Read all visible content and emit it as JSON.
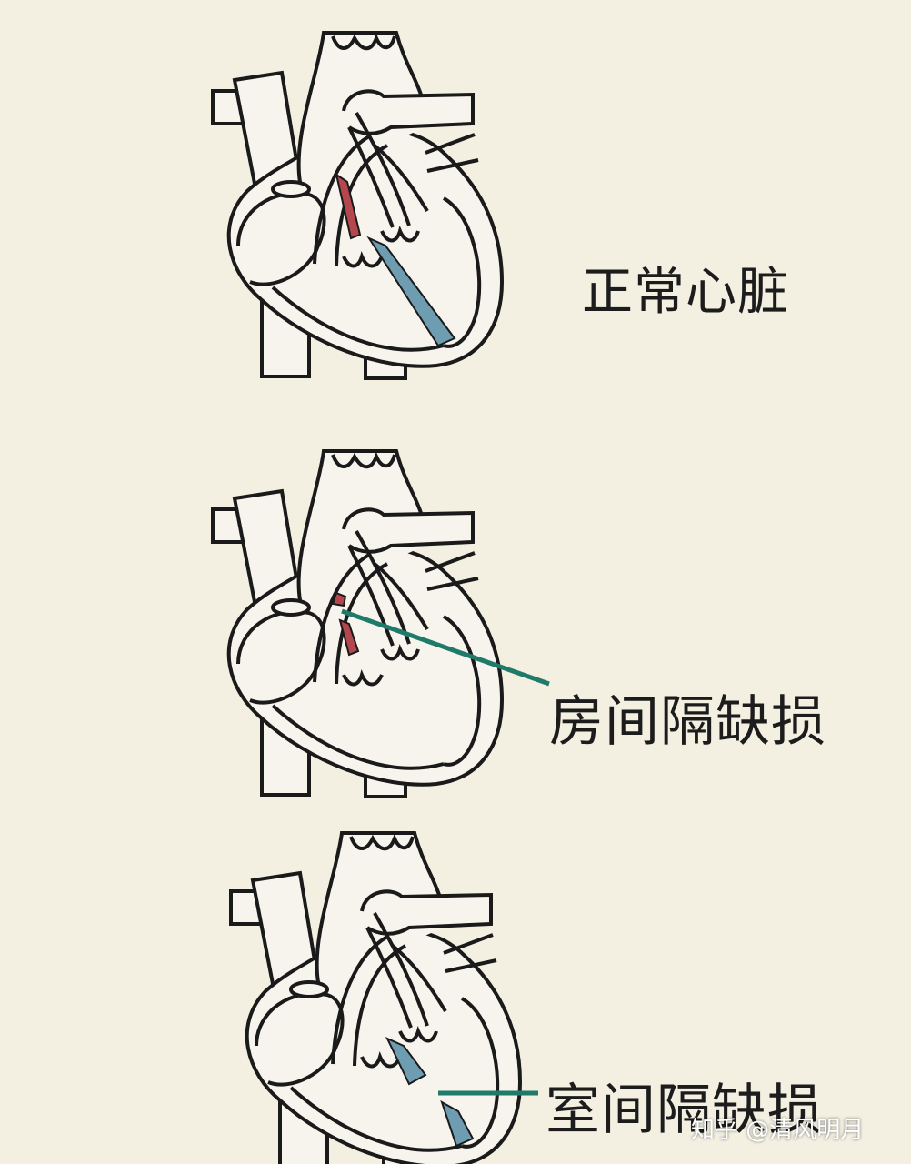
{
  "labels": {
    "normal_heart": "正常心脏",
    "atrial_septal_defect": "房间隔缺损",
    "ventricular_septal_defect": "室间隔缺损"
  },
  "watermark": "知乎 @清风明月",
  "colors": {
    "background": "#f3f0e2",
    "outline": "#1a1a1a",
    "heart_fill": "#f6f4ec",
    "septum_red": "#b3474d",
    "septum_blue": "#6e9cb1",
    "pointer_line": "#1f7a6a"
  }
}
